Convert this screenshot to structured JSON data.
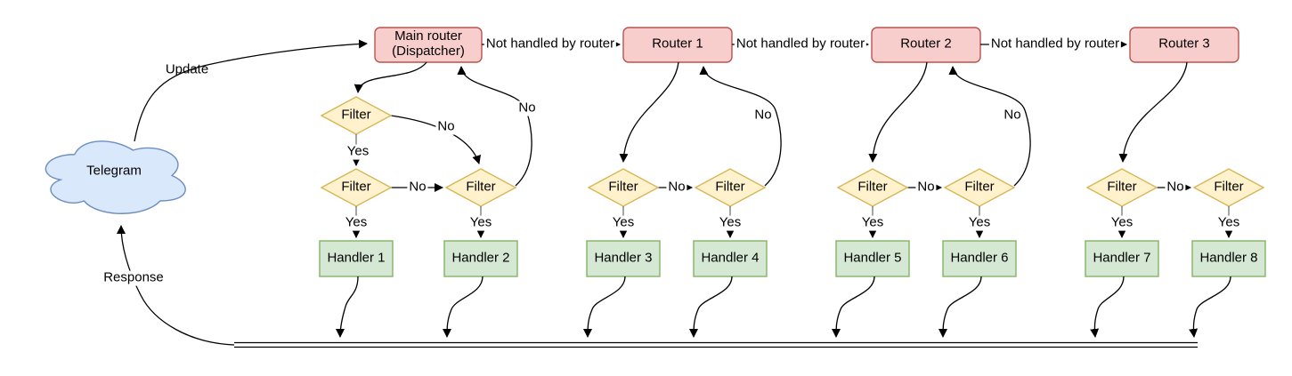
{
  "diagram": {
    "telegram": "Telegram",
    "update": "Update",
    "response": "Response",
    "dispatcher": {
      "line1": "Main router",
      "line2": "(Dispatcher)"
    },
    "routers": [
      "Router 1",
      "Router 2",
      "Router 3"
    ],
    "handlers": [
      "Handler 1",
      "Handler 2",
      "Handler 3",
      "Handler 4",
      "Handler 5",
      "Handler 6",
      "Handler 7",
      "Handler 8"
    ],
    "filter": "Filter",
    "yes": "Yes",
    "no": "No",
    "not_handled": "Not handled by router",
    "colors": {
      "router_fill": "#f8cecc",
      "router_stroke": "#b85450",
      "filter_fill": "#fff2cc",
      "filter_stroke": "#d6b656",
      "handler_fill": "#d5e8d4",
      "handler_stroke": "#82b366",
      "cloud_fill": "#dae8fc",
      "cloud_stroke": "#6c8ebf",
      "edge_stroke": "#000000"
    }
  }
}
